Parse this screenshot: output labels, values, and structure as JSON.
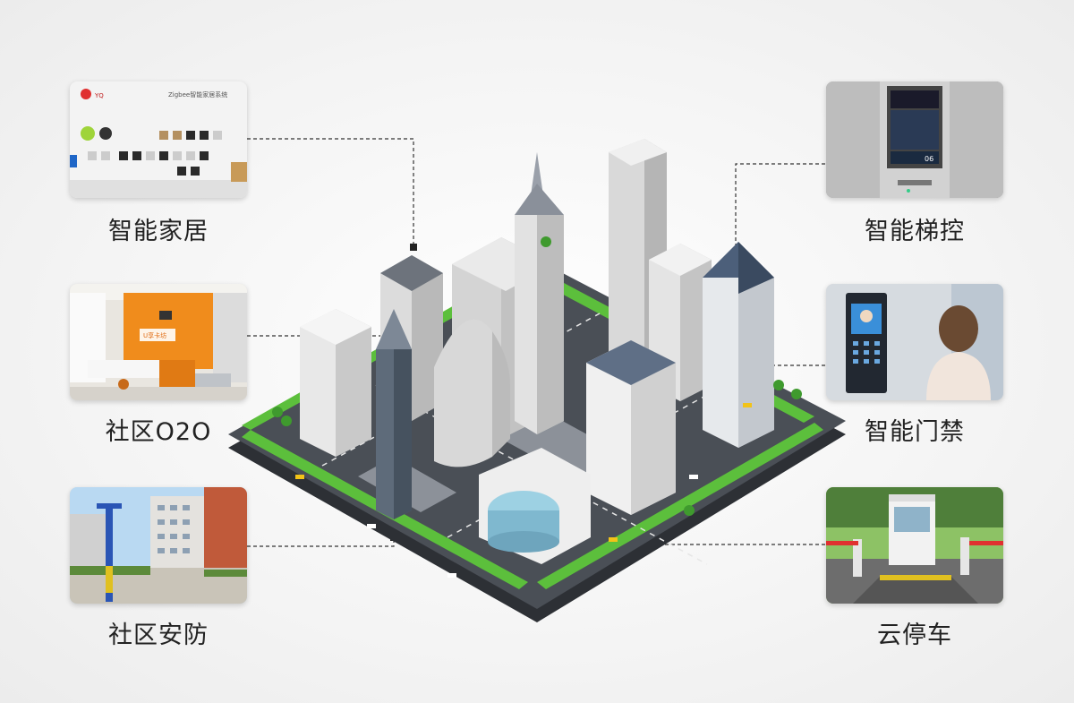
{
  "features": {
    "smart_home": {
      "label": "智能家居",
      "photo_caption": "Zigbee智能家居系统"
    },
    "community_o2o": {
      "label": "社区O2O",
      "photo_sign": "U享卡坊"
    },
    "community_security": {
      "label": "社区安防"
    },
    "smart_elevator": {
      "label": "智能梯控",
      "display_floor": "06"
    },
    "smart_access": {
      "label": "智能门禁"
    },
    "cloud_parking": {
      "label": "云停车"
    }
  },
  "colors": {
    "accent": "#1fa3d9",
    "road": "#3d4249",
    "grass": "#5cbf3c",
    "leader_line": "#333333"
  }
}
